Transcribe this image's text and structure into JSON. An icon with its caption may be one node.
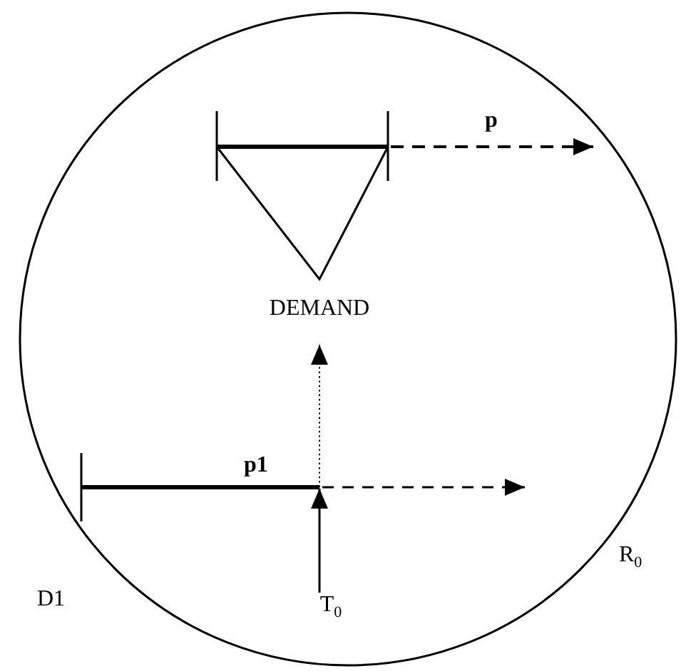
{
  "diagram": {
    "nodes": [
      {
        "text": [],
        "shape": "circle"
      },
      {
        "text": [],
        "shape": "triangle",
        "in": 0
      },
      {
        "text": [
          "DEMAND"
        ],
        "in": 0
      },
      {
        "text": [
          "p1"
        ],
        "in": 0
      },
      {
        "text": [
          "T$_{0}$"
        ],
        "in": 0
      }
    ],
    "edges": [
      {
        "from": 1,
        "to": null,
        "arrow": "to",
        "style": "dashed",
        "label": "p"
      },
      {
        "from": 3,
        "to": 2,
        "arrow": "to",
        "style": "dashed"
      },
      {
        "from": 3,
        "to": null,
        "arrow": "to",
        "style": "dashed"
      },
      {
        "from": 4,
        "to": 3,
        "arrow": "to"
      }
    ],
    "labels": [
      "D1",
      "R$_{0}$"
    ]
  }
}
